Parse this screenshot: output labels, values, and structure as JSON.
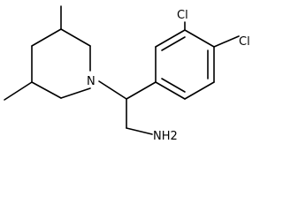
{
  "molecule": {
    "atoms": {
      "cl_top": "Cl",
      "cl_right": "Cl",
      "n_ring": "N",
      "nh2": "NH2"
    }
  },
  "colors": {
    "bond": "#000000",
    "label": "#000000",
    "background": "#ffffff"
  }
}
